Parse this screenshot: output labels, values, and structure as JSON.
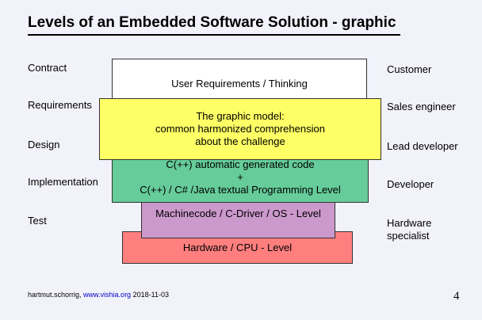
{
  "title": "Levels of an Embedded Software Solution - graphic",
  "left_labels": [
    "Contract",
    "Requirements",
    "Design",
    "Implementation",
    "Test"
  ],
  "right_labels": [
    "Customer",
    "Sales engineer",
    "Lead developer",
    "Developer",
    "Hardware",
    "specialist"
  ],
  "boxes": {
    "user_requirements": "User Requirements / Thinking",
    "graphic_model": [
      "The graphic model:",
      "common harmonized comprehension",
      "about the challenge"
    ],
    "code_generation": [
      "C(++) automatic generated code",
      "+",
      "C(++) / C# /Java  textual Programming Level"
    ],
    "machinecode": "Machinecode / C-Driver / OS - Level",
    "hardware": "Hardware / CPU - Level"
  },
  "colors": {
    "user_requirements": "#ffffff",
    "graphic_model": "#ffff66",
    "code_generation": "#66cc99",
    "machinecode": "#cc99cc",
    "hardware": "#ff7f7f"
  },
  "footer": {
    "author": "hartmut.schorrig,",
    "link": "www.vishia.org",
    "date": "2018-11-03"
  },
  "page_number": "4"
}
